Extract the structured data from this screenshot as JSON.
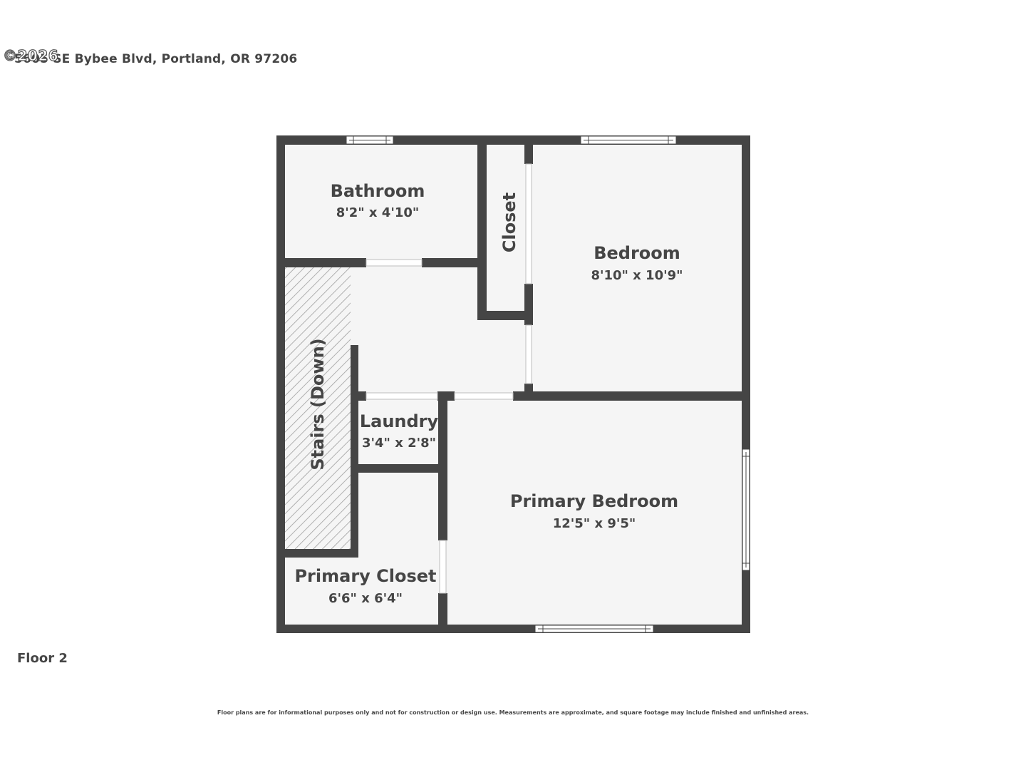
{
  "header": {
    "address": "5605 SE Bybee Blvd, Portland, OR 97206",
    "watermark": "©2026"
  },
  "floor_label": "Floor 2",
  "rooms": {
    "bathroom": {
      "name": "Bathroom",
      "dims": "8'2\" x 4'10\""
    },
    "closet": {
      "name": "Closet"
    },
    "bedroom": {
      "name": "Bedroom",
      "dims": "8'10\" x 10'9\""
    },
    "stairs": {
      "name": "Stairs (Down)"
    },
    "laundry": {
      "name": "Laundry",
      "dims": "3'4\" x 2'8\""
    },
    "primary_bedroom": {
      "name": "Primary Bedroom",
      "dims": "12'5\" x 9'5\""
    },
    "primary_closet": {
      "name": "Primary Closet",
      "dims": "6'6\" x 6'4\""
    }
  },
  "disclaimer": "Floor plans are for informational purposes only and not for construction or design use. Measurements are approximate, and square footage may include finished and unfinished areas.",
  "colors": {
    "wall": "#454545",
    "floor": "#f5f5f5",
    "stairs_hatch": "#9e9e9e",
    "text": "#454545"
  }
}
